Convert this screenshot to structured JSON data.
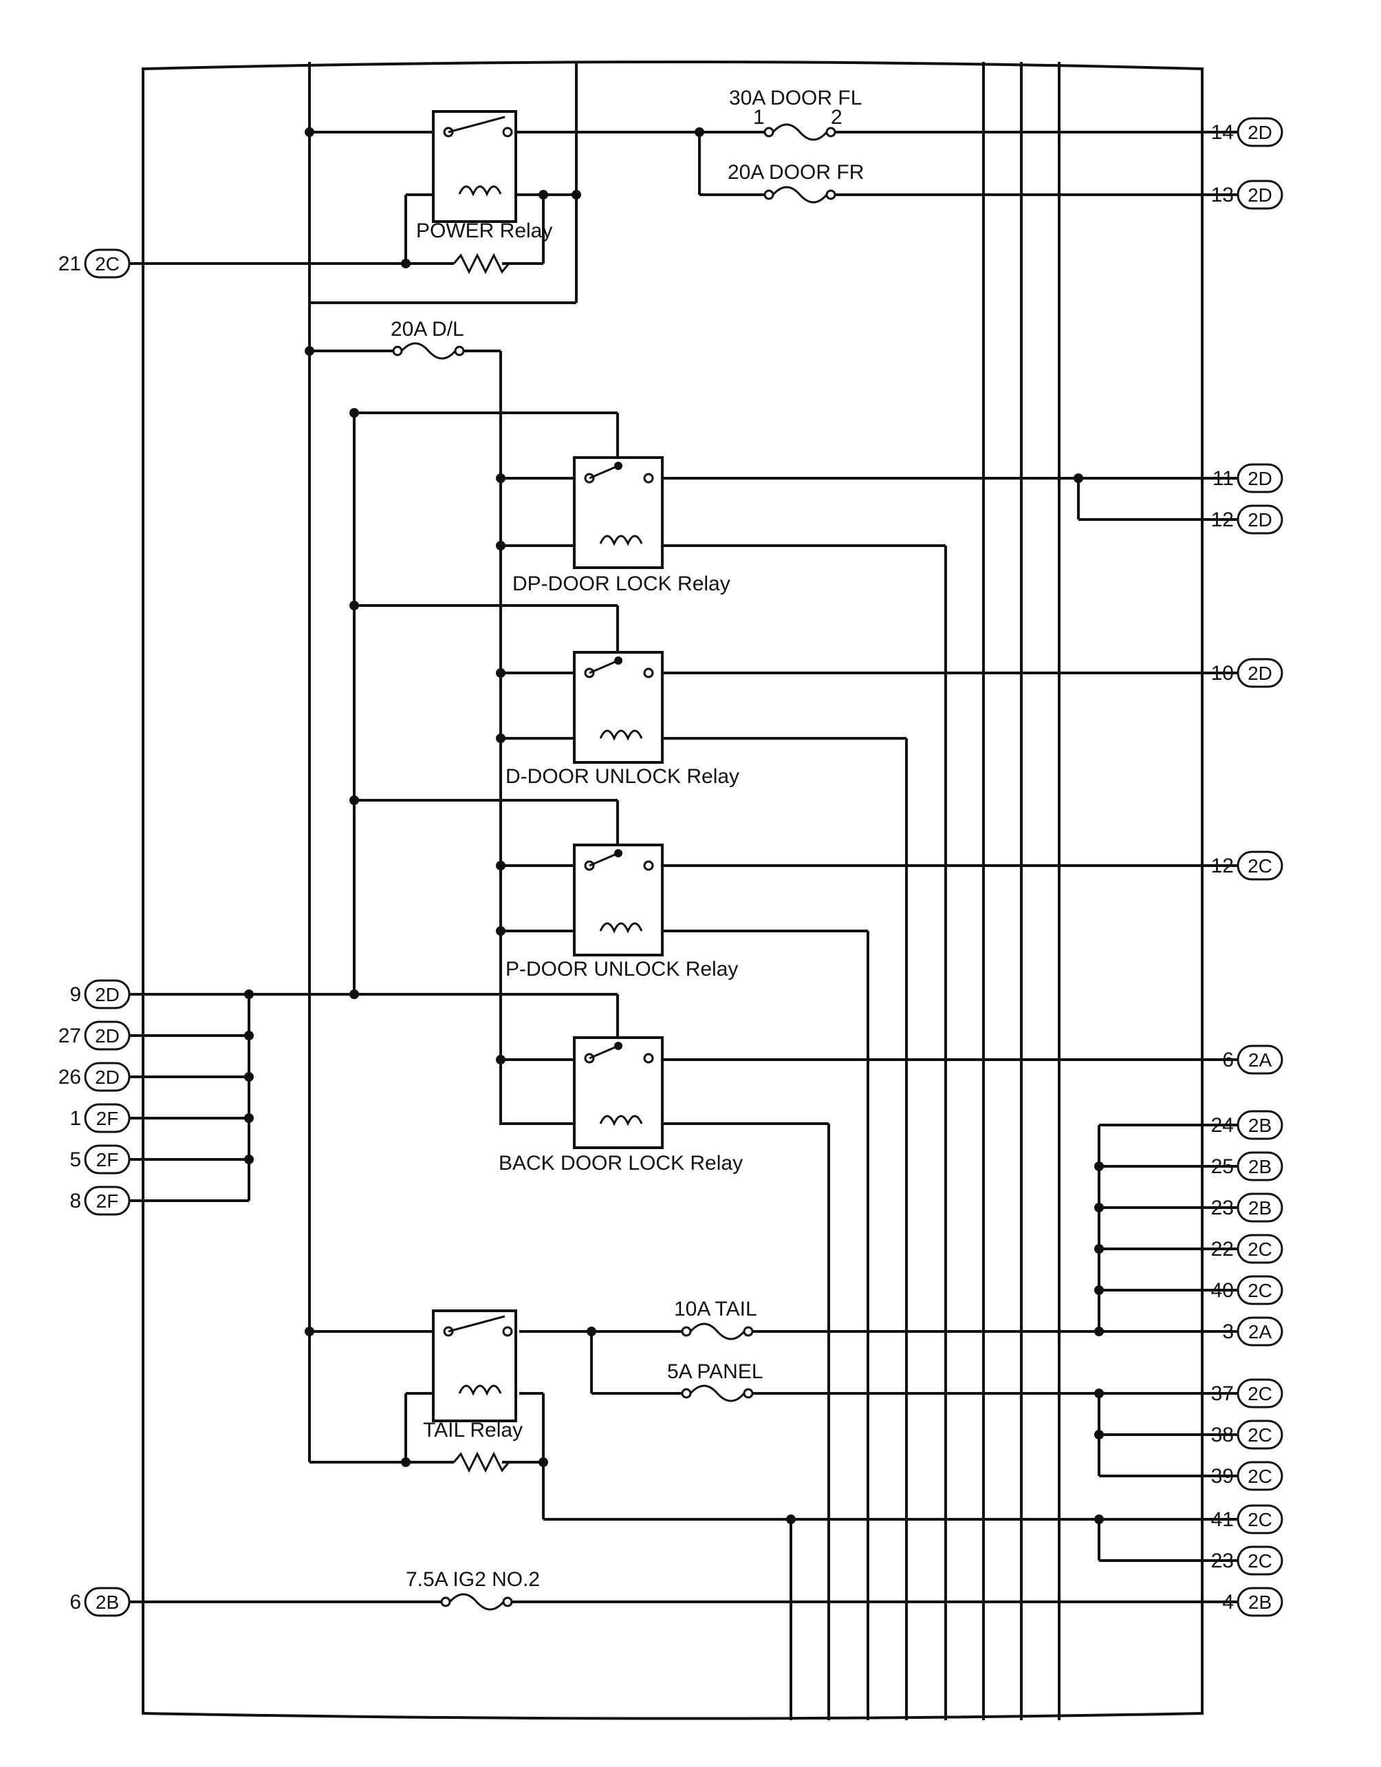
{
  "fuses": {
    "door_fl": "30A DOOR FL",
    "door_fl_pin1": "1",
    "door_fl_pin2": "2",
    "door_fr": "20A DOOR FR",
    "dl": "20A D/L",
    "tail": "10A TAIL",
    "panel": "5A PANEL",
    "ig2": "7.5A IG2 NO.2"
  },
  "relays": {
    "power": "POWER Relay",
    "dp_door_lock": "DP-DOOR LOCK Relay",
    "d_door_unlock": "D-DOOR UNLOCK Relay",
    "p_door_unlock": "P-DOOR UNLOCK Relay",
    "back_door_lock": "BACK DOOR LOCK Relay",
    "tail": "TAIL Relay"
  },
  "left_terminals": [
    {
      "num": "21",
      "code": "2C"
    },
    {
      "num": "9",
      "code": "2D"
    },
    {
      "num": "27",
      "code": "2D"
    },
    {
      "num": "26",
      "code": "2D"
    },
    {
      "num": "1",
      "code": "2F"
    },
    {
      "num": "5",
      "code": "2F"
    },
    {
      "num": "8",
      "code": "2F"
    },
    {
      "num": "6",
      "code": "2B"
    }
  ],
  "right_terminals": [
    {
      "num": "14",
      "code": "2D"
    },
    {
      "num": "13",
      "code": "2D"
    },
    {
      "num": "11",
      "code": "2D"
    },
    {
      "num": "12",
      "code": "2D"
    },
    {
      "num": "10",
      "code": "2D"
    },
    {
      "num": "12",
      "code": "2C"
    },
    {
      "num": "6",
      "code": "2A"
    },
    {
      "num": "24",
      "code": "2B"
    },
    {
      "num": "25",
      "code": "2B"
    },
    {
      "num": "23",
      "code": "2B"
    },
    {
      "num": "22",
      "code": "2C"
    },
    {
      "num": "40",
      "code": "2C"
    },
    {
      "num": "3",
      "code": "2A"
    },
    {
      "num": "37",
      "code": "2C"
    },
    {
      "num": "38",
      "code": "2C"
    },
    {
      "num": "39",
      "code": "2C"
    },
    {
      "num": "41",
      "code": "2C"
    },
    {
      "num": "23",
      "code": "2C"
    },
    {
      "num": "4",
      "code": "2B"
    }
  ]
}
